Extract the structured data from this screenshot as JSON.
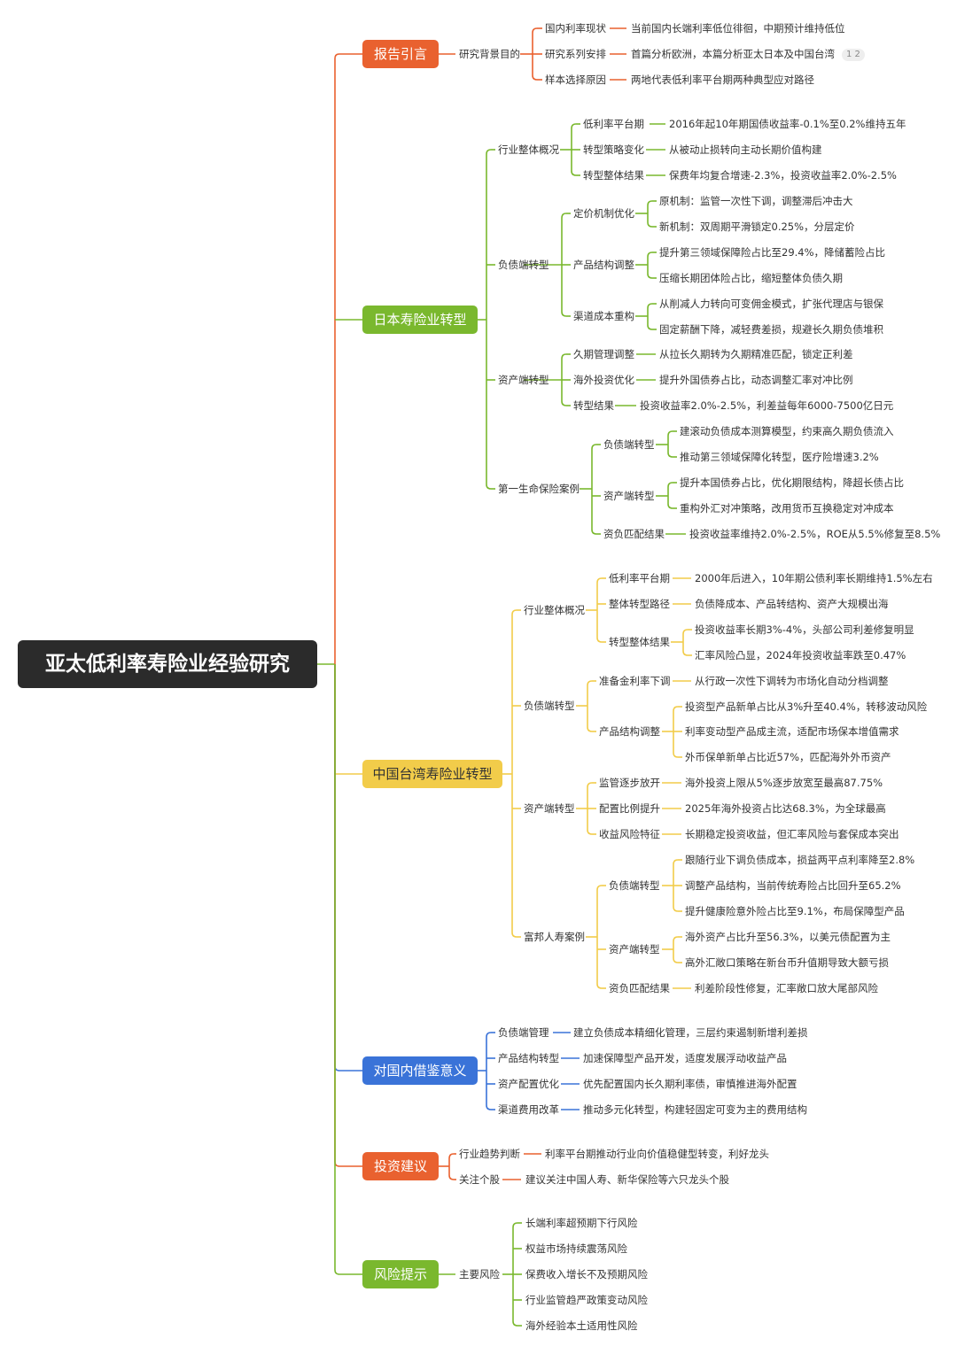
{
  "root": "亚太低利率寿险业经验研究",
  "colors": {
    "orange": "#e9612f",
    "green": "#7ab82e",
    "yellow": "#f2cc4a",
    "blue": "#3a73d8",
    "root_bg": "#2b2b2b"
  },
  "intro": {
    "title": "报告引言",
    "purpose": "研究背景目的",
    "items": [
      {
        "label": "国内利率现状",
        "text": "当前国内长端利率低位徘徊，中期预计维持低位"
      },
      {
        "label": "研究系列安排",
        "text": "首篇分析欧洲，本篇分析亚太日本及中国台湾"
      },
      {
        "label": "样本选择原因",
        "text": "两地代表低利率平台期两种典型应对路径"
      }
    ],
    "badge": "1 2"
  },
  "japan": {
    "title": "日本寿险业转型",
    "overview": {
      "label": "行业整体概况",
      "items": [
        {
          "label": "低利率平台期",
          "text": "2016年起10年期国债收益率-0.1%至0.2%维持五年"
        },
        {
          "label": "转型策略变化",
          "text": "从被动止损转向主动长期价值构建"
        },
        {
          "label": "转型整体结果",
          "text": "保费年均复合增速-2.3%，投资收益率2.0%-2.5%"
        }
      ]
    },
    "liability": {
      "label": "负债端转型",
      "pricing": {
        "label": "定价机制优化",
        "items": [
          "原机制：监管一次性下调，调整滞后冲击大",
          "新机制：双周期平滑锁定0.25%，分层定价"
        ]
      },
      "product": {
        "label": "产品结构调整",
        "items": [
          "提升第三领域保障险占比至29.4%，降储蓄险占比",
          "压缩长期团体险占比，缩短整体负债久期"
        ]
      },
      "channel": {
        "label": "渠道成本重构",
        "items": [
          "从削减人力转向可变佣金模式，扩张代理店与银保",
          "固定薪酬下降，减轻费差损，规避长久期负债堆积"
        ]
      }
    },
    "asset": {
      "label": "资产端转型",
      "items": [
        {
          "label": "久期管理调整",
          "text": "从拉长久期转为久期精准匹配，锁定正利差"
        },
        {
          "label": "海外投资优化",
          "text": "提升外国债券占比，动态调整汇率对冲比例"
        },
        {
          "label": "转型结果",
          "text": "投资收益率2.0%-2.5%，利差益每年6000-7500亿日元"
        }
      ]
    },
    "daiichi": {
      "label": "第一生命保险案例",
      "liability": {
        "label": "负债端转型",
        "items": [
          "建滚动负债成本测算模型，约束高久期负债流入",
          "推动第三领域保障化转型，医疗险增速3.2%"
        ]
      },
      "asset": {
        "label": "资产端转型",
        "items": [
          "提升本国债券占比，优化期限结构，降超长债占比",
          "重构外汇对冲策略，改用货币互换稳定对冲成本"
        ]
      },
      "result": {
        "label": "资负匹配结果",
        "text": "投资收益率维持2.0%-2.5%，ROE从5.5%修复至8.5%"
      }
    }
  },
  "taiwan": {
    "title": "中国台湾寿险业转型",
    "overview": {
      "label": "行业整体概况",
      "period": {
        "label": "低利率平台期",
        "text": "2000年后进入，10年期公债利率长期维持1.5%左右"
      },
      "path": {
        "label": "整体转型路径",
        "text": "负债降成本、产品转结构、资产大规模出海"
      },
      "result": {
        "label": "转型整体结果",
        "items": [
          "投资收益率长期3%-4%，头部公司利差修复明显",
          "汇率风险凸显，2024年投资收益率跌至0.47%"
        ]
      }
    },
    "liability": {
      "label": "负债端转型",
      "reserve": {
        "label": "准备金利率下调",
        "text": "从行政一次性下调转为市场化自动分档调整"
      },
      "product": {
        "label": "产品结构调整",
        "items": [
          "投资型产品新单占比从3%升至40.4%，转移波动风险",
          "利率变动型产品成主流，适配市场保本增值需求",
          "外币保单新单占比近57%，匹配海外外币资产"
        ]
      }
    },
    "asset": {
      "label": "资产端转型",
      "items": [
        {
          "label": "监管逐步放开",
          "text": "海外投资上限从5%逐步放宽至最高87.75%"
        },
        {
          "label": "配置比例提升",
          "text": "2025年海外投资占比达68.3%，为全球最高"
        },
        {
          "label": "收益风险特征",
          "text": "长期稳定投资收益，但汇率风险与套保成本突出"
        }
      ]
    },
    "fubon": {
      "label": "富邦人寿案例",
      "liability": {
        "label": "负债端转型",
        "items": [
          "跟随行业下调负债成本，损益两平点利率降至2.8%",
          "调整产品结构，当前传统寿险占比回升至65.2%",
          "提升健康险意外险占比至9.1%，布局保障型产品"
        ]
      },
      "asset": {
        "label": "资产端转型",
        "items": [
          "海外资产占比升至56.3%，以美元债配置为主",
          "高外汇敞口策略在新台币升值期导致大额亏损"
        ]
      },
      "result": {
        "label": "资负匹配结果",
        "text": "利差阶段性修复，汇率敞口放大尾部风险"
      }
    }
  },
  "reference": {
    "title": "对国内借鉴意义",
    "items": [
      {
        "label": "负债端管理",
        "text": "建立负债成本精细化管理，三层约束遏制新增利差损"
      },
      {
        "label": "产品结构转型",
        "text": "加速保障型产品开发，适度发展浮动收益产品"
      },
      {
        "label": "资产配置优化",
        "text": "优先配置国内长久期利率债，审慎推进海外配置"
      },
      {
        "label": "渠道费用改革",
        "text": "推动多元化转型，构建轻固定可变为主的费用结构"
      }
    ]
  },
  "invest": {
    "title": "投资建议",
    "items": [
      {
        "label": "行业趋势判断",
        "text": "利率平台期推动行业向价值稳健型转变，利好龙头"
      },
      {
        "label": "关注个股",
        "text": "建议关注中国人寿、新华保险等六只龙头个股"
      }
    ]
  },
  "risk": {
    "title": "风险提示",
    "label": "主要风险",
    "items": [
      "长端利率超预期下行风险",
      "权益市场持续震荡风险",
      "保费收入增长不及预期风险",
      "行业监管趋严政策变动风险",
      "海外经验本土适用性风险"
    ]
  }
}
